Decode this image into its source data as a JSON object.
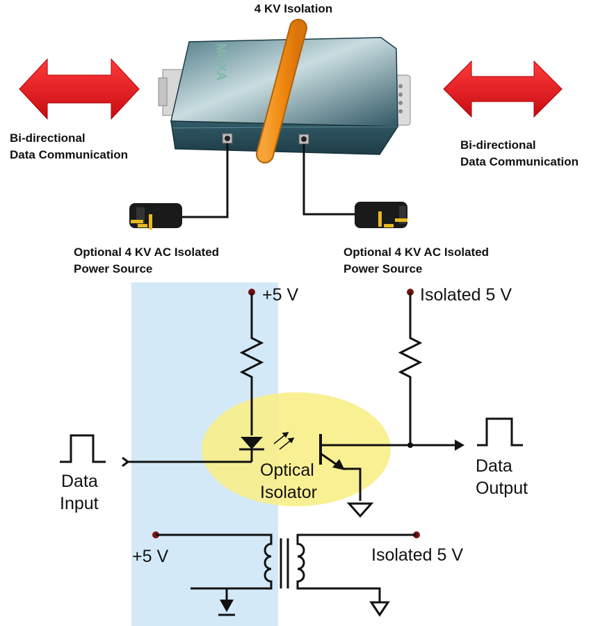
{
  "title": "4 KV Isolation",
  "device": {
    "logo": "MOXA"
  },
  "left_arrow": {
    "icon": "double-arrow-icon",
    "label_line1": "Bi-directional",
    "label_line2": "Data Communication"
  },
  "right_arrow": {
    "icon": "double-arrow-icon",
    "label_line1": "Bi-directional",
    "label_line2": "Data Communication"
  },
  "power_left": {
    "icon": "power-plug-icon",
    "label_line1": "Optional 4 KV AC Isolated",
    "label_line2": "Power Source"
  },
  "power_right": {
    "icon": "power-plug-icon",
    "label_line1": "Optional 4 KV AC Isolated",
    "label_line2": "Power Source"
  },
  "circuit": {
    "vcc_top": "+5 V",
    "iso_top": "Isolated 5 V",
    "isolator_line1": "Optical",
    "isolator_line2": "Isolator",
    "input_line1": "Data",
    "input_line2": "Input",
    "output_line1": "Data",
    "output_line2": "Output",
    "vcc_bottom": "+5 V",
    "iso_bottom": "Isolated 5 V"
  },
  "colors": {
    "arrow_red": "#e8141c",
    "isolation_bar": "#f08a10",
    "device_body": "#2e5360",
    "isolated_region": "#d3e9f7",
    "optical_highlight": "#f8ee88",
    "terminal_dot": "#7a1010"
  }
}
